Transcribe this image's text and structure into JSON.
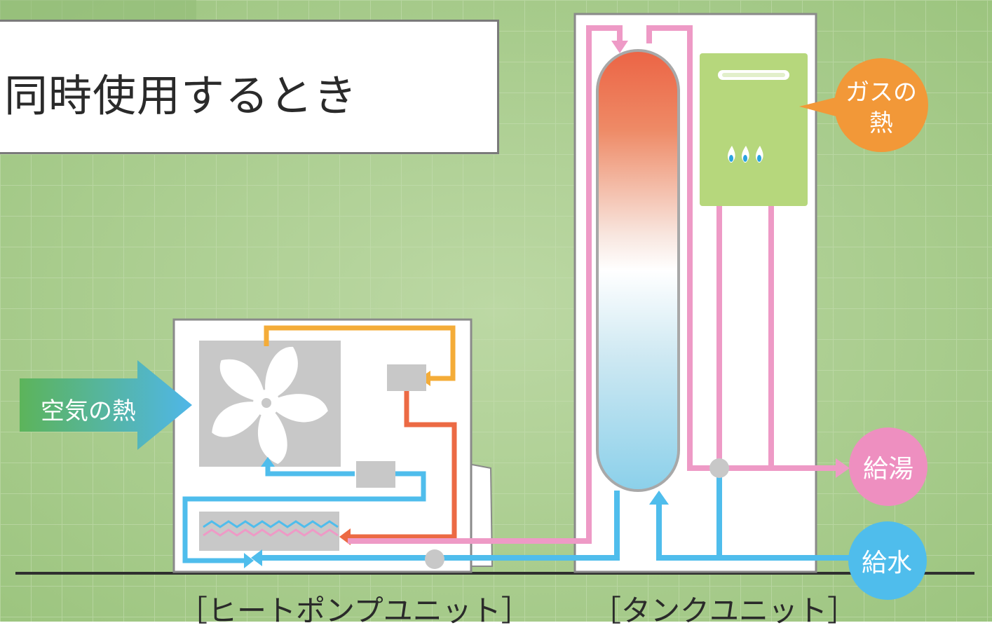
{
  "title": "同時使用するとき",
  "captions": {
    "heat_pump_unit": "［ヒートポンプユニット］",
    "tank_unit": "［タンクユニット］"
  },
  "labels": {
    "air_heat": "空気の熱",
    "gas_heat_line1": "ガスの",
    "gas_heat_line2": "熱",
    "hot_water_supply": "給湯",
    "water_supply": "給水"
  },
  "colors": {
    "background": "#a8cc8c",
    "hot_pipe": "#ee9ac6",
    "cold_pipe": "#4fbdec",
    "refrigerant_hot": "#ec6a44",
    "refrigerant_warm": "#f4ac38",
    "gas_bubble": "#f29838",
    "hot_bubble": "#ee8fc0",
    "cold_bubble": "#4fbdec",
    "air_arrow_start": "#5bb55a",
    "air_arrow_end": "#52b7e6",
    "gas_unit": "#b6d77c",
    "unit_gray": "#c8c8c8"
  },
  "icons": [
    "fan-icon",
    "burner-flame-icon",
    "heat-exchanger-icon",
    "compressor-icon"
  ]
}
